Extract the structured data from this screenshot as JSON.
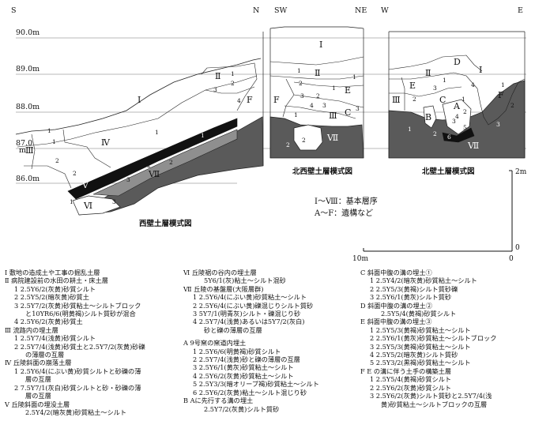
{
  "elevations": [
    "90.0m",
    "89.0m",
    "88.0m",
    "87.0",
    "m",
    "86.0m"
  ],
  "directions": {
    "west": [
      "S",
      "N"
    ],
    "north_west": [
      "SW",
      "NE"
    ],
    "north": [
      "W",
      "E"
    ]
  },
  "titles": {
    "west": "西壁土層模式図",
    "north_west": "北西壁土層模式図",
    "north": "北壁土層模式図"
  },
  "scale": {
    "v_top": "2m",
    "zero_v": "0",
    "h_left": "10m",
    "zero_h": "0"
  },
  "key": {
    "roman": "Ⅰ〜Ⅷ：基本層序",
    "alpha": "A〜F：遺構など"
  },
  "legend_col1": [
    {
      "t": "h",
      "v": "Ⅰ  敷地の造成土や工事の掘乱土層"
    },
    {
      "t": "h",
      "v": "Ⅱ  病院建設前の水田の耕土・床土層"
    },
    {
      "t": "s",
      "v": "1  2.5Y6/2(灰黄)砂質シルト"
    },
    {
      "t": "s",
      "v": "2  2.5Y5/2(暗灰黄)砂質土"
    },
    {
      "t": "s",
      "v": "3  2.5Y7/2(灰黄)砂質粘土～シルトブロック"
    },
    {
      "t": "c",
      "v": "と10YR6/6(明黄褐)シルト質砂が混合"
    },
    {
      "t": "s",
      "v": "4  2.5Y6/2(灰黄)砂質土"
    },
    {
      "t": "h",
      "v": "Ⅲ  流路内の埋土層"
    },
    {
      "t": "s",
      "v": "1  2.5Y7/4(浅黄)砂質シルト"
    },
    {
      "t": "s",
      "v": "2  2.5Y7/4(浅黄)砂質土と2.5Y7/2(灰黄)砂礫"
    },
    {
      "t": "c",
      "v": "の薄層の互層"
    },
    {
      "t": "h",
      "v": "Ⅳ  丘陵斜面の崩落土層"
    },
    {
      "t": "s",
      "v": "1  2.5Y6/4(にぶい黄)砂質シルトと砂礫の薄"
    },
    {
      "t": "c",
      "v": "層の互層"
    },
    {
      "t": "s",
      "v": "2  7.5Y7/1(灰白)砂質シルトと砂・砂礫の薄"
    },
    {
      "t": "c",
      "v": "層の互層"
    },
    {
      "t": "h",
      "v": "Ⅴ  丘陵斜面の埋没土層"
    },
    {
      "t": "c",
      "v": "2.5Y4/2(暗灰黄)砂質粘土～シルト"
    }
  ],
  "legend_col2": [
    {
      "t": "h",
      "v": "Ⅵ  丘陵裾の谷内の埋土層"
    },
    {
      "t": "c",
      "v": "5Y6/1(灰)粘土～シルト混砂"
    },
    {
      "t": "h",
      "v": "Ⅶ  丘陵の基盤層(大阪層群)"
    },
    {
      "t": "s",
      "v": "1  2.5Y6/4(にぶい黄)砂質粘土～シルト"
    },
    {
      "t": "s",
      "v": "2  2.5Y6/4(にぶい黄)礫混じりシルト質砂"
    },
    {
      "t": "s",
      "v": "3  5Y7/1(明青灰)シルト・礫混じり砂"
    },
    {
      "t": "s",
      "v": "4  2.5Y7/4(浅黄)あるいは5Y7/2(灰白)"
    },
    {
      "t": "c",
      "v": "砂と礫の薄層の互層"
    },
    {
      "t": "gap",
      "v": ""
    },
    {
      "t": "h",
      "v": "A  9号窯の窯道内埋土"
    },
    {
      "t": "s",
      "v": "1  2.5Y6/6(明黄褐)砂質シルト"
    },
    {
      "t": "s",
      "v": "2  2.5Y7/4(浅黄)砂と礫の薄層の互層"
    },
    {
      "t": "s",
      "v": "3  2.5Y6/1(黄灰)砂質粘土～シルト"
    },
    {
      "t": "s",
      "v": "4  2.5Y6/2(灰黄)砂質粘土～シルト"
    },
    {
      "t": "s",
      "v": "5  2.5Y3/3(暗オリーブ褐)砂質粘土～シルト"
    },
    {
      "t": "s",
      "v": "6  2.5Y6/2(灰黄)粘土～シルト混じり砂"
    },
    {
      "t": "h",
      "v": "B  Aに先行する溝の埋土"
    },
    {
      "t": "c",
      "v": "2.5Y7/2(灰黄)シルト質砂"
    }
  ],
  "legend_col3": [
    {
      "t": "h",
      "v": "C  斜面中腹の溝の埋土①"
    },
    {
      "t": "s",
      "v": "1  2.5Y4/2(暗灰黄)砂質粘土～シルト"
    },
    {
      "t": "s",
      "v": "2  2.5Y5/3(黄褐)シルト質砂礫"
    },
    {
      "t": "s",
      "v": "3  2.5Y6/1(黄灰)シルト質砂"
    },
    {
      "t": "h",
      "v": "D  斜面中腹の溝の埋土②"
    },
    {
      "t": "c",
      "v": "2.5Y5/4(黄褐)砂質シルト"
    },
    {
      "t": "h",
      "v": "E  斜面中腹の溝の埋土③"
    },
    {
      "t": "s",
      "v": "1  2.5Y5/3(黄褐)砂質粘土～シルト"
    },
    {
      "t": "s",
      "v": "2  2.5Y6/1(黄灰)砂質粘土～シルトブロック"
    },
    {
      "t": "s",
      "v": "3  2.5Y5/3(黄褐)砂質粘土～シルト"
    },
    {
      "t": "s",
      "v": "4  2.5Y5/2(暗灰黄)シルト質砂"
    },
    {
      "t": "s",
      "v": "5  2.5Y3/2(黒褐)砂質粘土～シルト"
    },
    {
      "t": "h",
      "v": "F  E の溝に伴う土手の構築土層"
    },
    {
      "t": "s",
      "v": "1  2.5Y5/4(黄褐)砂質シルト"
    },
    {
      "t": "s",
      "v": "2  2.5Y6/2(灰黄)砂質シルト"
    },
    {
      "t": "s",
      "v": "3  2.5Y6/2(灰黄)シルト質砂と2.5Y7/4(浅"
    },
    {
      "t": "c",
      "v": "黄)砂質粘土～シルトブロックの互層"
    }
  ],
  "section_labels": {
    "west": [
      "Ⅰ",
      "Ⅱ",
      "Ⅲ",
      "Ⅳ",
      "Ⅴ",
      "Ⅵ",
      "Ⅶ",
      "F",
      "1",
      "2",
      "3",
      "4",
      "1",
      "2",
      "1",
      "2",
      "3",
      "1",
      "2",
      "3",
      "1",
      "2",
      "1"
    ],
    "north_west": [
      "Ⅰ",
      "Ⅱ",
      "Ⅲ",
      "E",
      "F",
      "C",
      "Ⅶ",
      "1",
      "2",
      "3",
      "4",
      "1",
      "2",
      "3",
      "1",
      "2",
      "1",
      "3",
      "2"
    ],
    "north": [
      "Ⅰ",
      "Ⅱ",
      "Ⅲ",
      "D",
      "E",
      "A",
      "B",
      "C",
      "F",
      "Ⅶ",
      "1",
      "2",
      "3",
      "4",
      "1",
      "2",
      "3",
      "4",
      "5",
      "6",
      "1",
      "2",
      "3",
      "1",
      "2"
    ]
  },
  "colors": {
    "dark_base": "#5a5a5a",
    "mid_grey": "#8a8a8a",
    "black_layer": "#111111",
    "line": "#222222"
  }
}
